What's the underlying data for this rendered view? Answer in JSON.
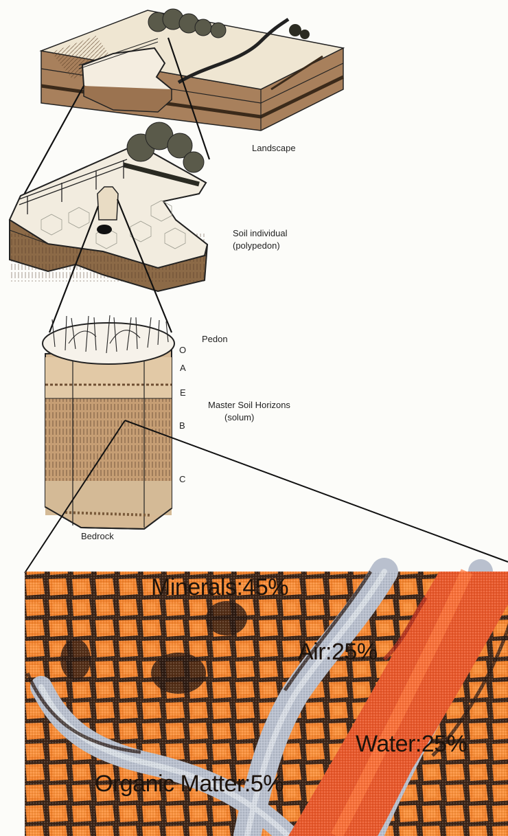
{
  "diagram": {
    "labels": {
      "landscape": "Landscape",
      "soil_individual": "Soil individual",
      "polypedon": "(polypedon)",
      "pedon": "Pedon",
      "master_horizons": "Master Soil Horizons",
      "solum": "(solum)",
      "bedrock": "Bedrock"
    },
    "horizons": [
      "O",
      "A",
      "E",
      "B",
      "C"
    ],
    "composition": [
      {
        "name": "Minerals",
        "percent": 45,
        "text": "Minerals:45%"
      },
      {
        "name": "Air",
        "percent": 25,
        "text": "Air:25%"
      },
      {
        "name": "Water",
        "percent": 25,
        "text": "Water:25%"
      },
      {
        "name": "Organic Matter",
        "percent": 5,
        "text": "Organic Matter:5%"
      }
    ]
  },
  "colors": {
    "soil_light": "#e9d8b8",
    "soil_mid": "#b8916b",
    "soil_dark": "#6e4d31",
    "mineral_orange": "#f0822b",
    "pore_air": "#b9c0ce",
    "water_red": "#e9582a",
    "organic_dark": "#3a2216"
  }
}
